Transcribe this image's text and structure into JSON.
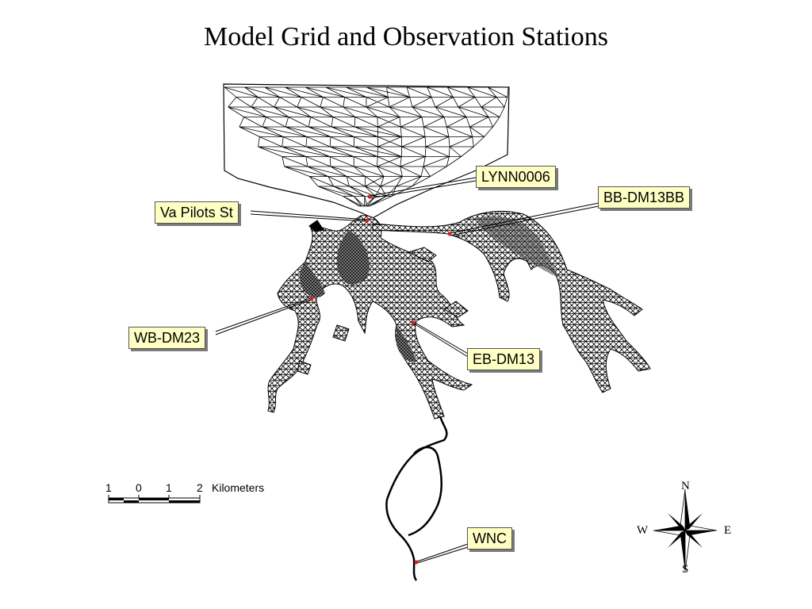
{
  "title": "Model Grid and Observation Stations",
  "stations": [
    {
      "id": "lynn",
      "label": "LYNN0006"
    },
    {
      "id": "bb",
      "label": "BB-DM13BB"
    },
    {
      "id": "vapilots",
      "label": "Va Pilots St"
    },
    {
      "id": "wb",
      "label": "WB-DM23"
    },
    {
      "id": "eb",
      "label": "EB-DM13"
    },
    {
      "id": "wnc",
      "label": "WNC"
    }
  ],
  "scale_bar": {
    "ticks": [
      "1",
      "0",
      "1",
      "2"
    ],
    "unit": "Kilometers"
  },
  "compass": {
    "n": "N",
    "s": "S",
    "e": "E",
    "w": "W"
  },
  "colors": {
    "label_bg": "#ffffc4",
    "station_marker": "#d62020",
    "mesh": "#000000"
  }
}
